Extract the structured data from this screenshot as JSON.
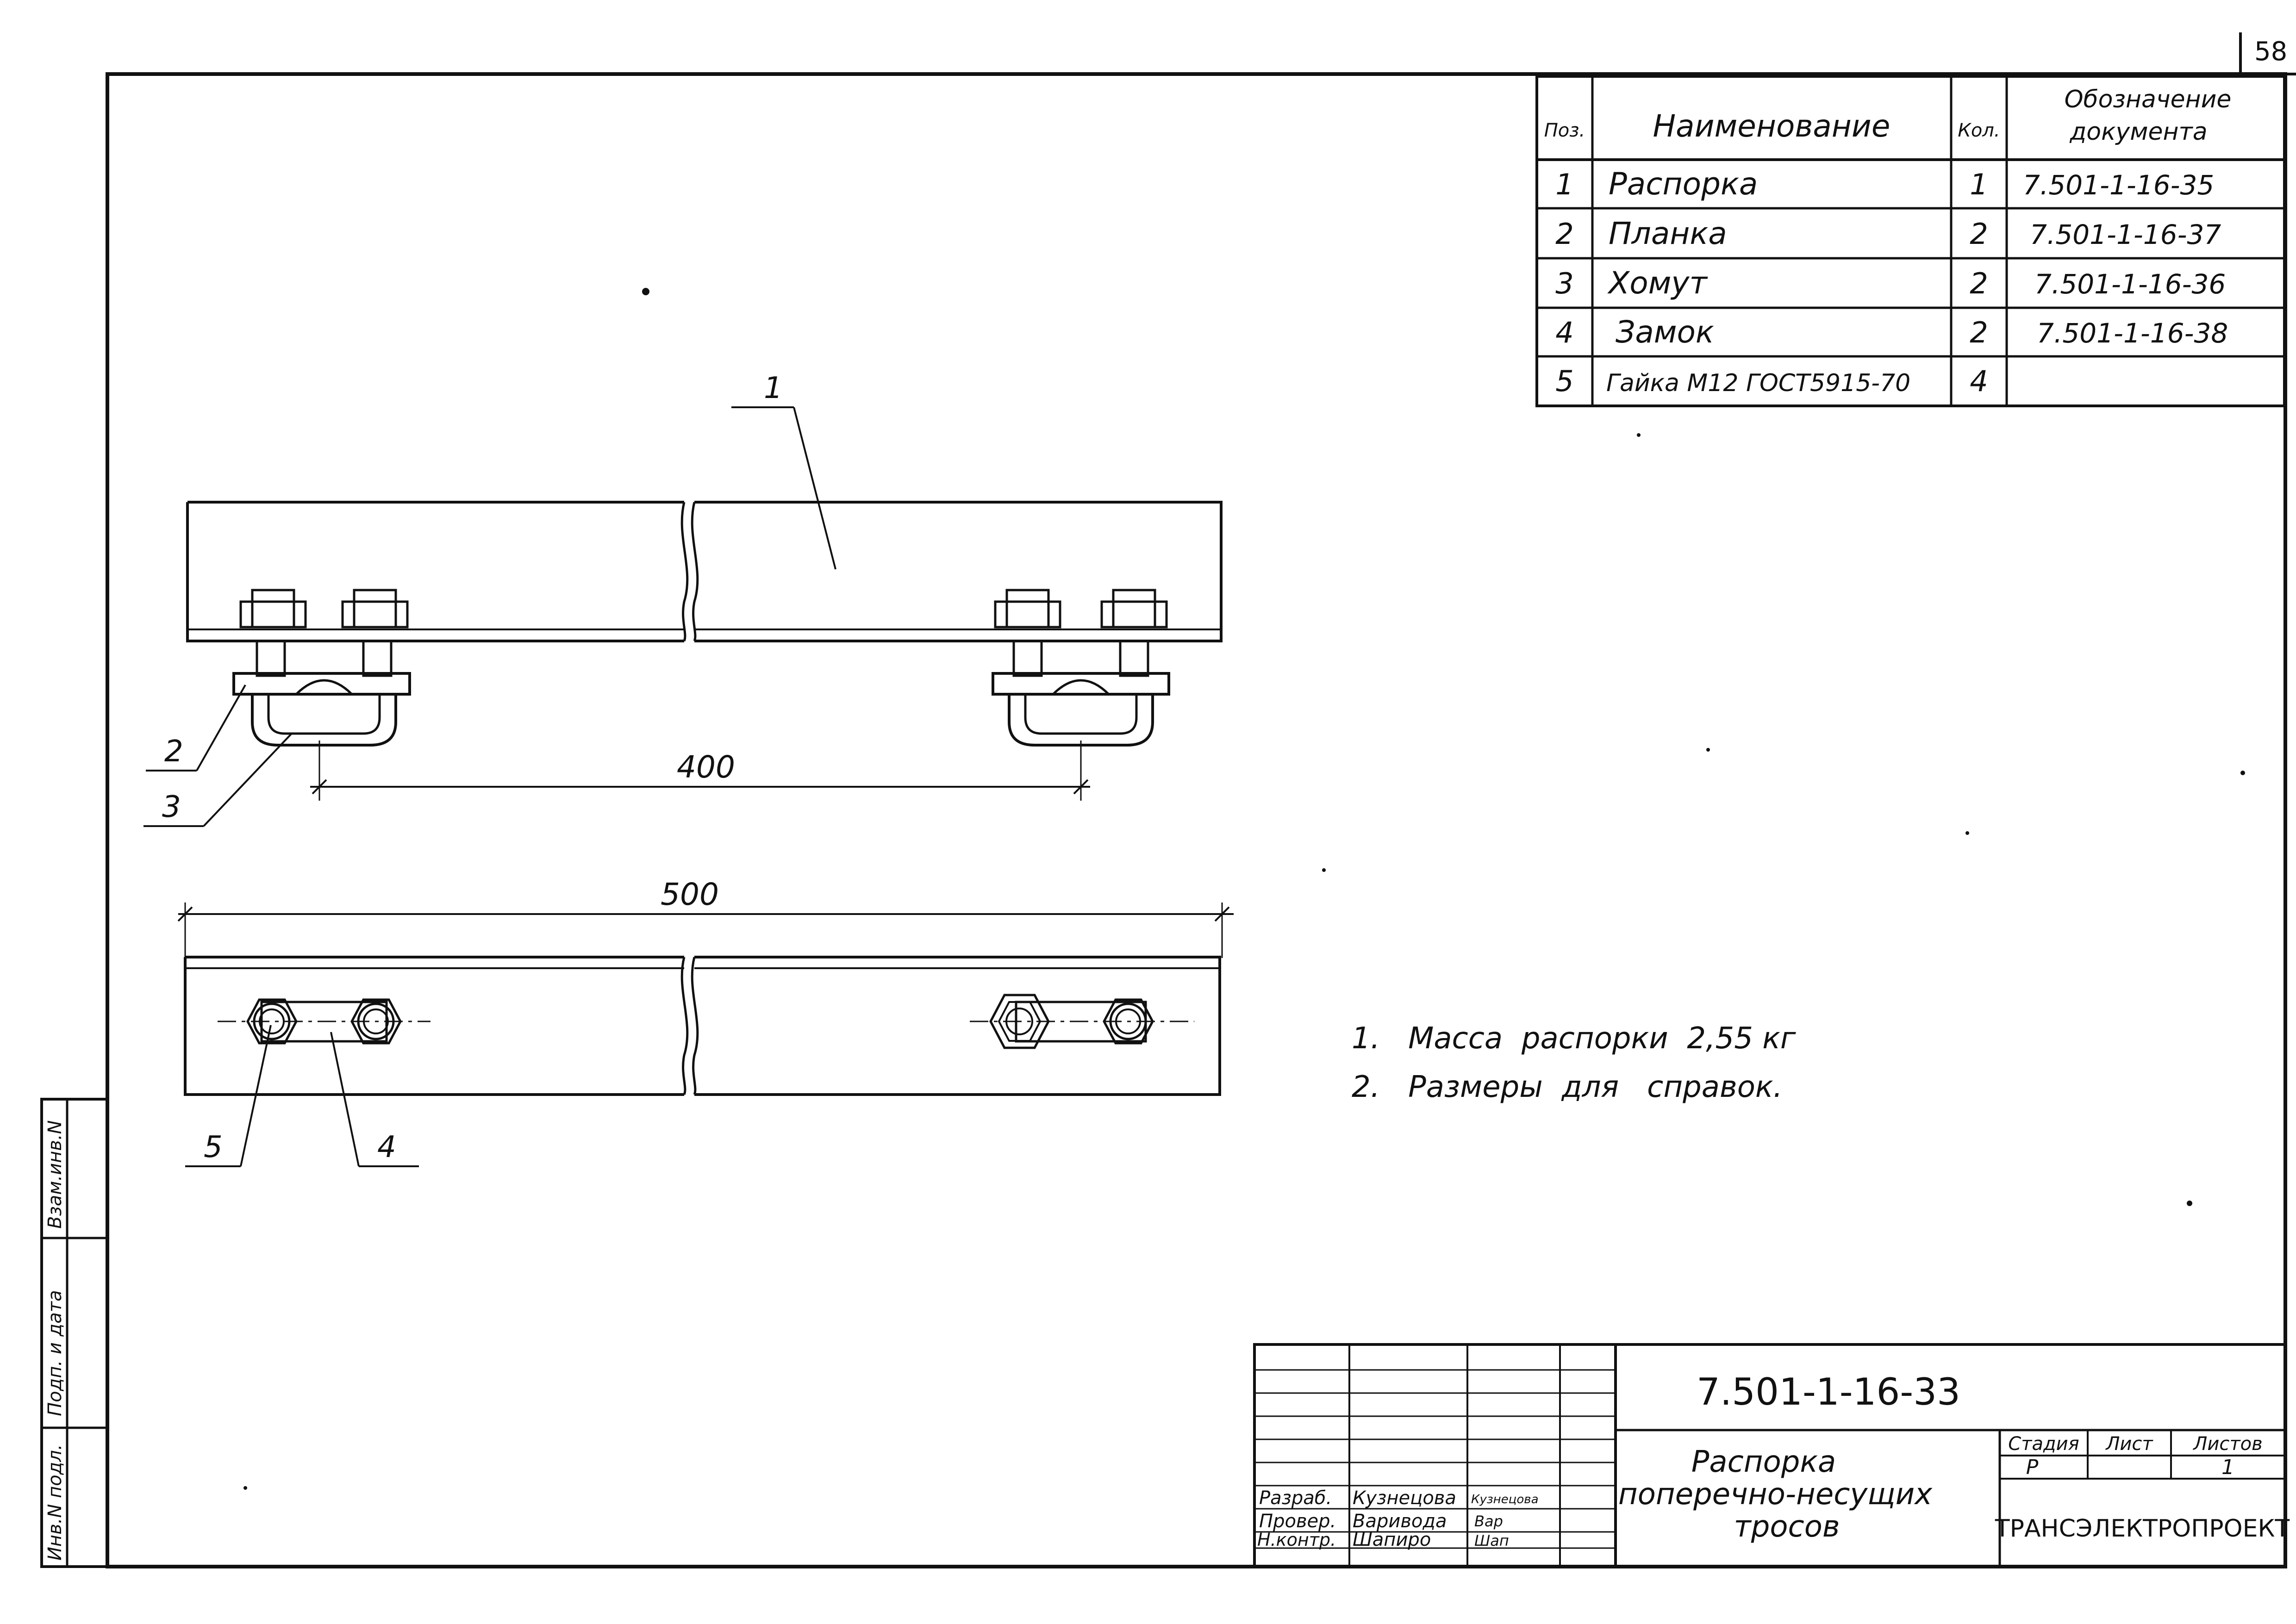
{
  "sheet_number": "58",
  "spec_table": {
    "headers": {
      "pos": "Поз.",
      "name": "Наименование",
      "qty": "Кол.",
      "doc_line1": "Обозначение",
      "doc_line2": "документа"
    },
    "rows": [
      {
        "pos": "1",
        "name": "Распорка",
        "qty": "1",
        "doc": "7.501-1-16-35"
      },
      {
        "pos": "2",
        "name": "Планка",
        "qty": "2",
        "doc": "7.501-1-16-37"
      },
      {
        "pos": "3",
        "name": "Хомут",
        "qty": "2",
        "doc": "7.501-1-16-36"
      },
      {
        "pos": "4",
        "name": "Замок",
        "qty": "2",
        "doc": "7.501-1-16-38"
      },
      {
        "pos": "5",
        "name": "Гайка М12  ГОСТ5915-70",
        "qty": "4",
        "doc": ""
      }
    ]
  },
  "callouts": {
    "c1": "1",
    "c2": "2",
    "c3": "3",
    "c4": "4",
    "c5": "5"
  },
  "dimensions": {
    "d400": "400",
    "d500": "500"
  },
  "notes": [
    "1.   Масса  распорки  2,55 кг",
    "2.   Размеры  для   справок."
  ],
  "side_stamp": {
    "s1": "Взам.инв.N",
    "s2": "Подп. и дата",
    "s3": "Инв.N подл."
  },
  "title_block": {
    "doc_code": "7.501-1-16-33",
    "title_line1": "Распорка",
    "title_line2": "поперечно-несущих",
    "title_line3": "тросов",
    "stage_label": "Стадия",
    "sheet_label": "Лист",
    "sheets_label": "Листов",
    "stage_value": "Р",
    "sheets_value": "1",
    "organization": "ТРАНСЭЛЕКТРОПРОЕКТ",
    "roles": [
      {
        "role": "Разраб.",
        "name": "Кузнецова",
        "sign": "Кузнецова"
      },
      {
        "role": "Провер.",
        "name": "Варивода",
        "sign": "Вар"
      },
      {
        "role": "Н.контр.",
        "name": "Шапиро",
        "sign": "Шап"
      }
    ]
  }
}
